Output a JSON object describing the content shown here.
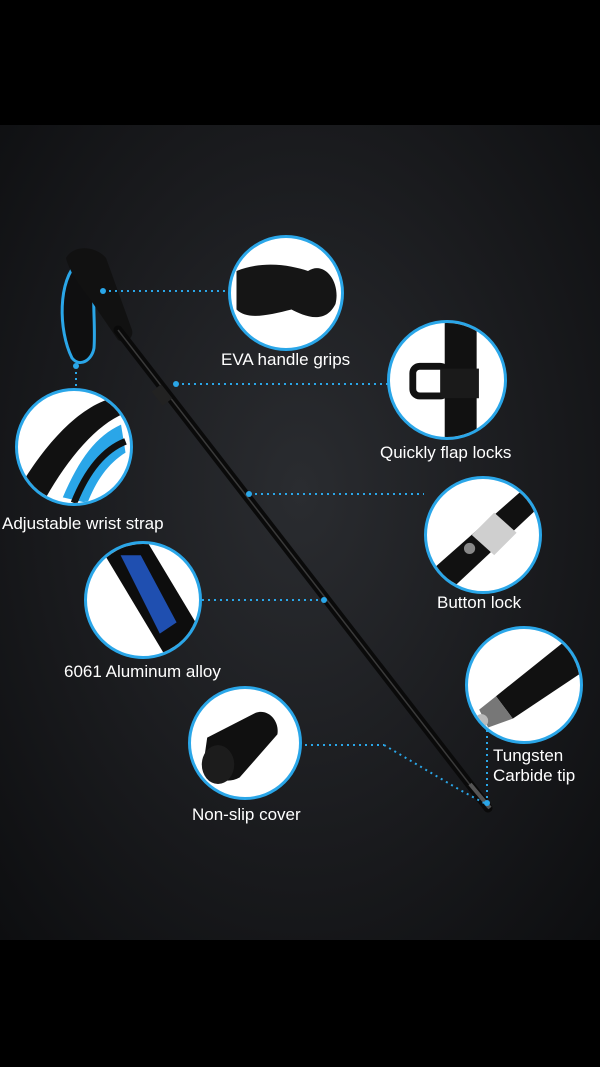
{
  "callouts": {
    "eva_handle": "EVA handle grips",
    "flap_locks": "Quickly flap locks",
    "wrist_strap": "Adjustable wrist strap",
    "button_lock": "Button lock",
    "aluminum": "6061 Aluminum alloy",
    "tip_line1": "Tungsten",
    "tip_line2": "Carbide tip",
    "cover": "Non-slip cover"
  },
  "colors": {
    "accent": "#2aa6e8",
    "background": "#1a1b1e",
    "pole": "#0b0b0b"
  }
}
